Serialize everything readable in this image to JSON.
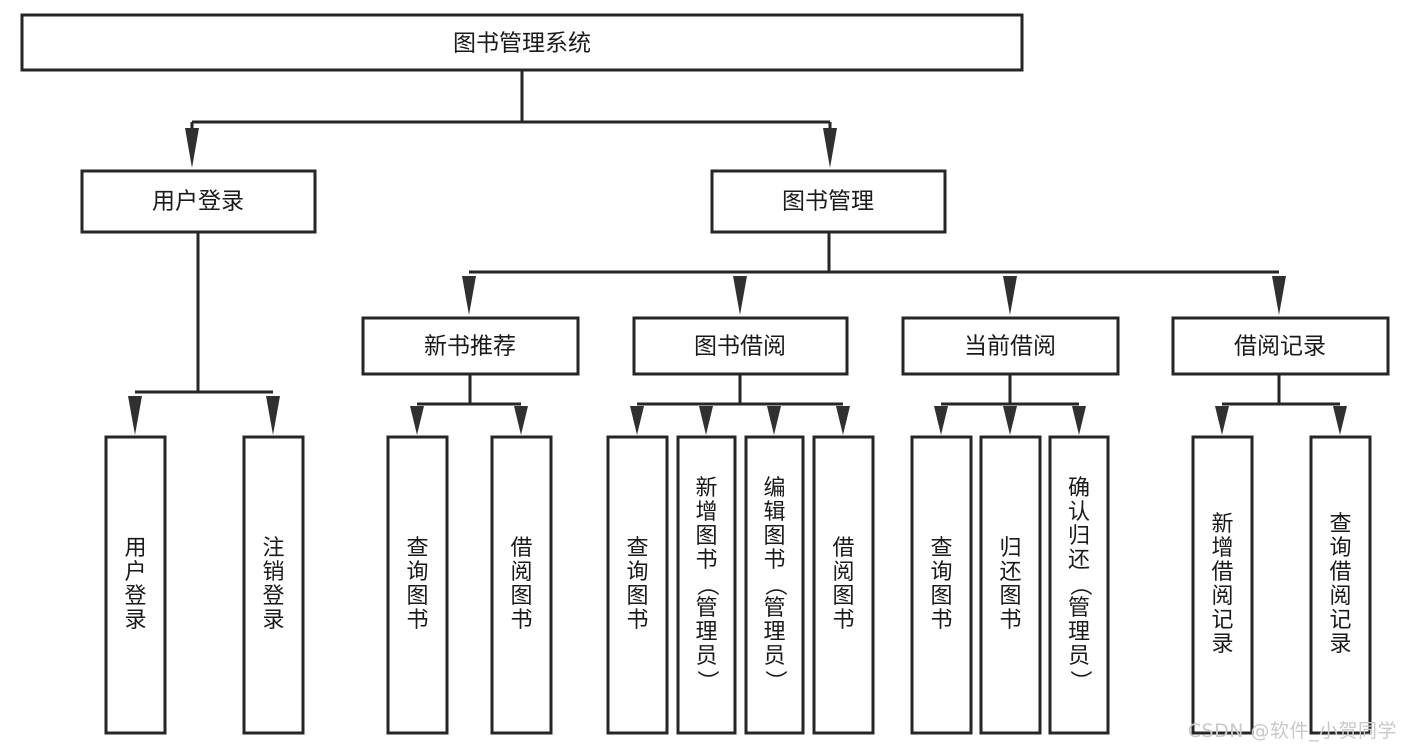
{
  "diagram": {
    "type": "tree-hierarchy",
    "title": "图书管理系统",
    "root": {
      "id": "root",
      "label": "图书管理系统",
      "orientation": "horizontal"
    },
    "level2": [
      {
        "id": "user-login",
        "label": "用户登录",
        "orientation": "horizontal"
      },
      {
        "id": "book-manage",
        "label": "图书管理",
        "orientation": "horizontal"
      }
    ],
    "level3": [
      {
        "id": "new-book-recommend",
        "label": "新书推荐",
        "parent": "book-manage",
        "orientation": "horizontal"
      },
      {
        "id": "book-borrow",
        "label": "图书借阅",
        "parent": "book-manage",
        "orientation": "horizontal"
      },
      {
        "id": "current-borrow",
        "label": "当前借阅",
        "parent": "book-manage",
        "orientation": "horizontal"
      },
      {
        "id": "borrow-record",
        "label": "借阅记录",
        "parent": "book-manage",
        "orientation": "horizontal"
      }
    ],
    "leaves": [
      {
        "id": "leaf-user-login",
        "label": "用户登录",
        "parent": "user-login",
        "orientation": "vertical"
      },
      {
        "id": "leaf-user-logout",
        "label": "注销登录",
        "parent": "user-login",
        "orientation": "vertical"
      },
      {
        "id": "leaf-query-book-1",
        "label": "查询图书",
        "parent": "new-book-recommend",
        "orientation": "vertical"
      },
      {
        "id": "leaf-borrow-book-1",
        "label": "借阅图书",
        "parent": "new-book-recommend",
        "orientation": "vertical"
      },
      {
        "id": "leaf-query-book-2",
        "label": "查询图书",
        "parent": "book-borrow",
        "orientation": "vertical"
      },
      {
        "id": "leaf-add-book",
        "label": "新增图书（管理员）",
        "parent": "book-borrow",
        "orientation": "vertical"
      },
      {
        "id": "leaf-edit-book",
        "label": "编辑图书（管理员）",
        "parent": "book-borrow",
        "orientation": "vertical"
      },
      {
        "id": "leaf-borrow-book-2",
        "label": "借阅图书",
        "parent": "book-borrow",
        "orientation": "vertical"
      },
      {
        "id": "leaf-query-book-3",
        "label": "查询图书",
        "parent": "current-borrow",
        "orientation": "vertical"
      },
      {
        "id": "leaf-return-book",
        "label": "归还图书",
        "parent": "current-borrow",
        "orientation": "vertical"
      },
      {
        "id": "leaf-confirm-return",
        "label": "确认归还（管理员）",
        "parent": "current-borrow",
        "orientation": "vertical"
      },
      {
        "id": "leaf-add-record",
        "label": "新增借阅记录",
        "parent": "borrow-record",
        "orientation": "vertical"
      },
      {
        "id": "leaf-query-record",
        "label": "查询借阅记录",
        "parent": "borrow-record",
        "orientation": "vertical"
      }
    ],
    "colors": {
      "box_stroke": "#262626",
      "box_fill": "#ffffff",
      "connector": "#262626",
      "text": "#1a1a1a",
      "watermark": "#c9c9c9",
      "background": "#ffffff"
    }
  },
  "watermark": {
    "text": "CSDN @软件_小贺同学"
  }
}
